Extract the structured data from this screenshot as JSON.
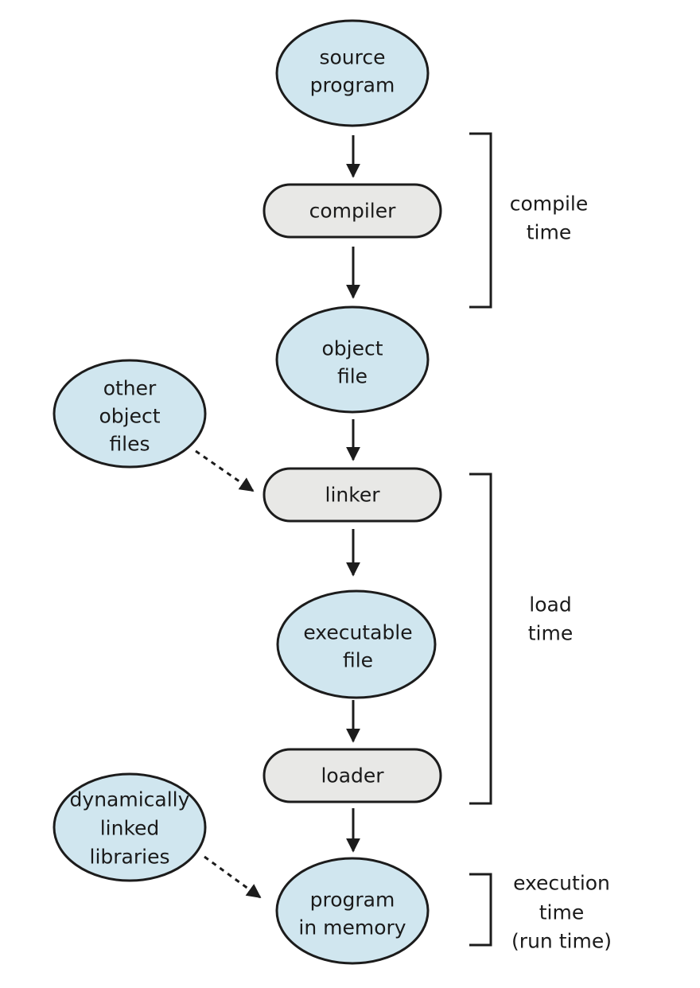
{
  "nodes": {
    "source_program": [
      "source",
      "program"
    ],
    "compiler": "compiler",
    "object_file": [
      "object",
      "file"
    ],
    "other_object_files": [
      "other",
      "object",
      "files"
    ],
    "linker": "linker",
    "executable_file": [
      "executable",
      "file"
    ],
    "loader": "loader",
    "dynamically_linked_libraries": [
      "dynamically",
      "linked",
      "libraries"
    ],
    "program_in_memory": [
      "program",
      "in memory"
    ]
  },
  "phases": {
    "compile_time": [
      "compile",
      "time"
    ],
    "load_time": [
      "load",
      "time"
    ],
    "execution_time": [
      "execution",
      "time",
      "(run time)"
    ]
  },
  "colors": {
    "ellipse_fill": "#d0e6ef",
    "process_fill": "#e8e8e6",
    "stroke": "#1c1c1c"
  }
}
